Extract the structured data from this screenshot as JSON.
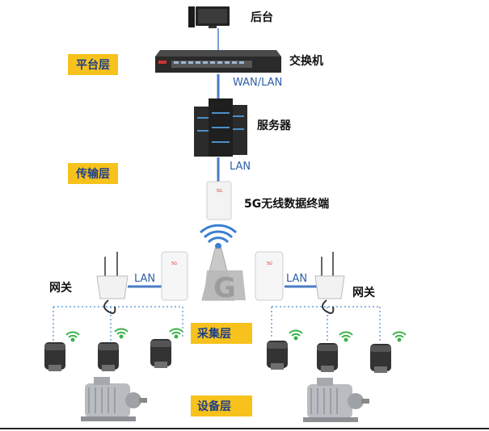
{
  "labels": {
    "backend": "后台",
    "switch": "交换机",
    "wan_lan": "WAN/LAN",
    "server": "服务器",
    "lan_top": "LAN",
    "terminal": "5G无线数据终端",
    "gateway_left": "网关",
    "gateway_right": "网关",
    "lan_left": "LAN",
    "lan_right": "LAN",
    "device_brand": "5G"
  },
  "layers": {
    "platform": "平台层",
    "transmission": "传输层",
    "collection": "采集层",
    "device": "设备层"
  },
  "colors": {
    "layer_bg": "#f7c21c",
    "layer_text": "#1e3f8a",
    "link_blue": "#4a7cc4",
    "dotted": "#6aa0d8",
    "wifi_green": "#3db24b"
  }
}
